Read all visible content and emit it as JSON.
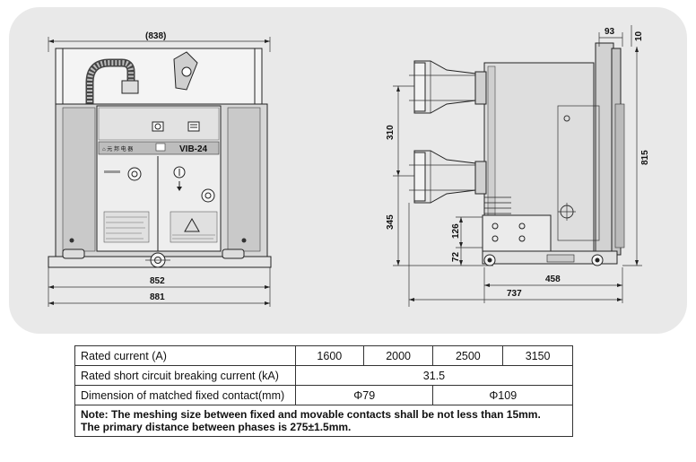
{
  "drawing": {
    "front_view": {
      "width_top": "(838)",
      "width_mid": "852",
      "width_bottom": "881",
      "model_label": "VIB-24"
    },
    "side_view": {
      "dim_93": "93",
      "dim_10": "10",
      "dim_310": "310",
      "dim_345": "345",
      "dim_126": "126",
      "dim_72": "72",
      "dim_815": "815",
      "dim_458": "458",
      "dim_737": "737"
    }
  },
  "table": {
    "row1": {
      "label": "Rated current (A)",
      "values": [
        "1600",
        "2000",
        "2500",
        "3150"
      ]
    },
    "row2": {
      "label": "Rated short circuit breaking current (kA)",
      "value": "31.5"
    },
    "row3": {
      "label": "Dimension of matched fixed contact(mm)",
      "values": [
        "Φ79",
        "Φ109"
      ]
    },
    "note": {
      "line1": "Note: The meshing size between fixed and movable contacts shall be not less than 15mm.",
      "line2": "The primary distance between phases is 275±1.5mm."
    }
  }
}
